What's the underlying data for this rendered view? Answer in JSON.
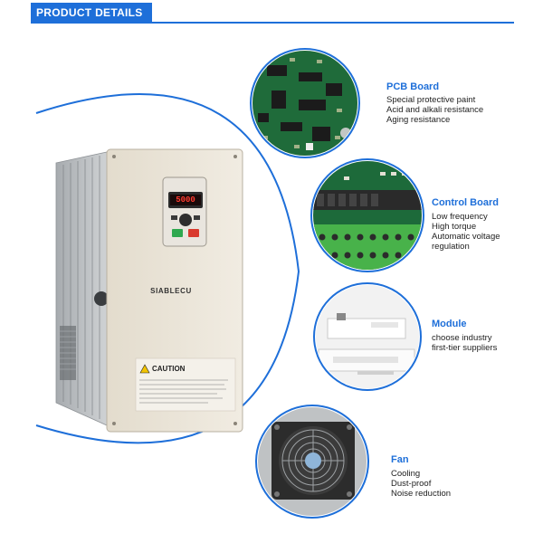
{
  "header": {
    "title": "PRODUCT DETAILS"
  },
  "product": {
    "brand": "SIABLECU",
    "caution": "CAUTION",
    "display": "5000"
  },
  "features": [
    {
      "title": "PCB Board",
      "lines": [
        "Special protective paint",
        "Acid and alkali resistance",
        "Aging resistance"
      ]
    },
    {
      "title": "Control Board",
      "lines": [
        "Low frequency",
        "High torque",
        "Automatic voltage",
        "regulation"
      ]
    },
    {
      "title": "Module",
      "lines": [
        "choose industry",
        "first-tier suppliers"
      ]
    },
    {
      "title": "Fan",
      "lines": [
        "Cooling",
        "Dust-proof",
        "Noise reduction"
      ]
    }
  ],
  "colors": {
    "accent": "#1e6fd9",
    "housing": "#ece6da",
    "heatsink": "#b9bcbf",
    "pcb": "#1f6b3a"
  }
}
